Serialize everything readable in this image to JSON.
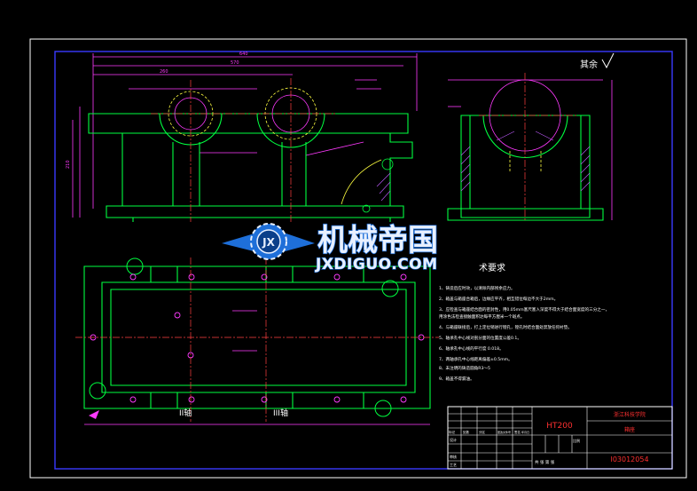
{
  "colors": {
    "background": "#000000",
    "outer_frame": "#ffffff",
    "inner_frame": "#3a3aff",
    "part_outline": "#00ff40",
    "dimension": "#ff3aff",
    "centerline": "#ff4040",
    "hidden": "#ffff40",
    "hatch": "#c05cff",
    "text": "#ffffff",
    "title_red": "#ff3030",
    "logo_blue": "#1e6fd9",
    "logo_white": "#e8f0ff"
  },
  "views": {
    "top_left": "front-view",
    "top_right": "side-section-view",
    "bottom_left": "plan-view"
  },
  "roughness_mark": "其余",
  "logo": {
    "name_cn": "机械帝国",
    "name_en": "JXDIGUO.COM",
    "emblem_letters": "JX"
  },
  "tech_requirements": {
    "heading_partial": "术要求",
    "items": [
      "1、铸造后应时效，以清除内部残余应力。",
      "2、箱盖与箱座合箱后，边缘应平齐，相互错位每边不大于2mm。",
      "3、应检查与箱座结合面的密封性，用0.05mm塞尺塞入深度不得大于结合面宽度的三分之一，",
      "   用涂色法检查接触面积达每平方厘米一个斑点。",
      "4、与箱座联接后，打上定位销进行镗孔，镗孔时结合面处禁放任何衬垫。",
      "5、轴承孔中心线对剖分面的位置度公差0.1。",
      "6、轴承孔中心线的平行度 0.018。",
      "7、两轴承孔中心线距离偏差±0.5mm。",
      "8、未注明的铸造圆角R3～5",
      "9、箱盖不得漏油。"
    ]
  },
  "bearing_labels": {
    "left": "II轴",
    "right": "III轴"
  },
  "title_block": {
    "material": "HT200",
    "school": "浙江科技学院",
    "part_name": "箱座",
    "drawing_no": "I03012054",
    "scale_label": "比例",
    "sheet_label": "共 张 第 张",
    "row_labels": [
      "设计",
      "审核",
      "工艺"
    ],
    "col_labels": [
      "标记",
      "处数",
      "分区",
      "更改文件号",
      "签名",
      "年月日"
    ]
  }
}
